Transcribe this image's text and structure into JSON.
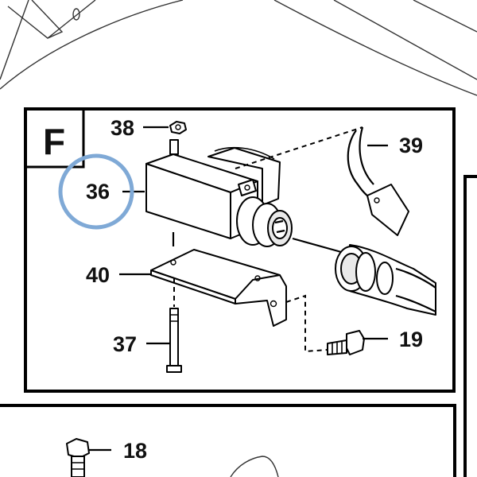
{
  "section_letter": "F",
  "callouts": {
    "c38": "38",
    "c39": "39",
    "c36": "36",
    "c40": "40",
    "c37": "37",
    "c19": "19",
    "c18": "18"
  },
  "highlight_color": "#7fa9d6"
}
